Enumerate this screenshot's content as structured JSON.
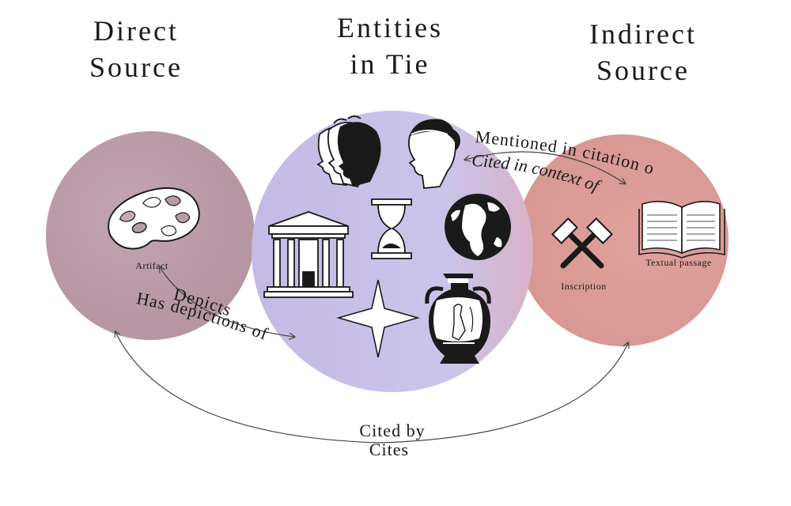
{
  "columns": {
    "direct": {
      "line1": "Direct",
      "line2": "Source"
    },
    "entities": {
      "line1": "Entities",
      "line2": "in Tie"
    },
    "indirect": {
      "line1": "Indirect",
      "line2": "Source"
    }
  },
  "icons": {
    "artifact_label": "Artifact",
    "inscription_label": "Inscription",
    "textual_passage_label": "Textual passage"
  },
  "relations": {
    "depicts": "Depicts",
    "has_depictions_of": "Has depictions of",
    "mentioned_in_citation_of": "Mentioned in citation of",
    "cited_in_context_of": "Cited in context of",
    "cited_by": "Cited by",
    "cites": "Cites"
  },
  "colors": {
    "direct_circle": "#b89aa8",
    "entities_circle": "#c8c0e6",
    "indirect_circle": "#dd9c98",
    "ink": "#1a1a1a"
  }
}
